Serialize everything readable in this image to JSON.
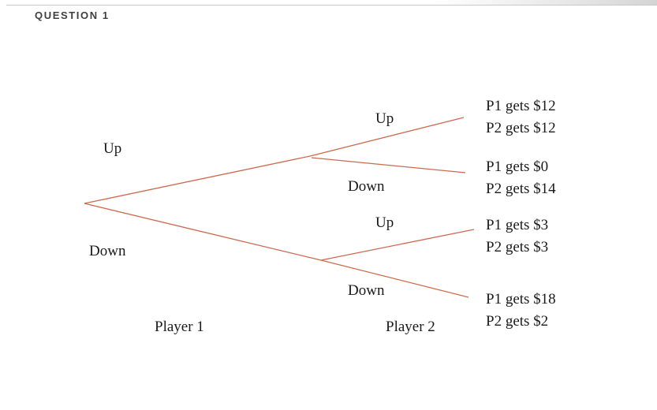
{
  "header": {
    "title": "QUESTION 1"
  },
  "colors": {
    "branch_line": "#cc6a4f",
    "tree_text": "#1a1a1a",
    "header_text": "#3f3f3f",
    "divider": "#c9c9c9"
  },
  "tree": {
    "player1_label": "Player 1",
    "player2_label": "Player 2",
    "branches": {
      "p1_up": "Up",
      "p1_down": "Down",
      "p2_upper_up": "Up",
      "p2_upper_down": "Down",
      "p2_lower_up": "Up",
      "p2_lower_down": "Down"
    },
    "outcomes": [
      {
        "line1": "P1 gets $12",
        "line2": "P2 gets $12"
      },
      {
        "line1": "P1 gets $0",
        "line2": "P2 gets $14"
      },
      {
        "line1": "P1 gets $3",
        "line2": "P2 gets $3"
      },
      {
        "line1": "P1 gets $18",
        "line2": "P2 gets $2"
      }
    ]
  }
}
